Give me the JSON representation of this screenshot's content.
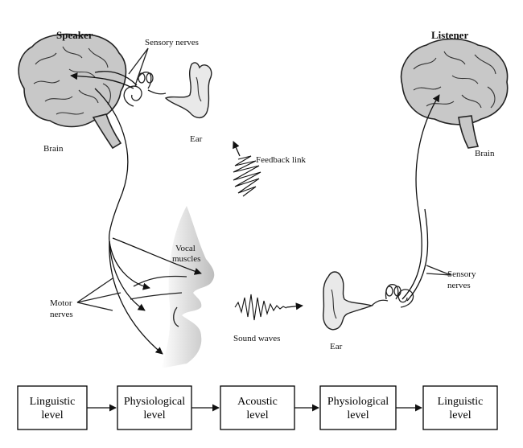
{
  "labels": {
    "speaker": "Speaker",
    "listener": "Listener",
    "sensory_nerves_top": "Sensory nerves",
    "brain_left": "Brain",
    "brain_right": "Brain",
    "ear_left": "Ear",
    "ear_right": "Ear",
    "feedback_link": "Feedback link",
    "vocal_muscles_1": "Vocal",
    "vocal_muscles_2": "muscles",
    "motor_nerves_1": "Motor",
    "motor_nerves_2": "nerves",
    "sound_waves": "Sound waves",
    "sensory_nerves_right_1": "Sensory",
    "sensory_nerves_right_2": "nerves"
  },
  "levels": [
    {
      "line1": "Linguistic",
      "line2": "level"
    },
    {
      "line1": "Physiological",
      "line2": "level"
    },
    {
      "line1": "Acoustic",
      "line2": "level"
    },
    {
      "line1": "Physiological",
      "line2": "level"
    },
    {
      "line1": "Linguistic",
      "line2": "level"
    }
  ]
}
